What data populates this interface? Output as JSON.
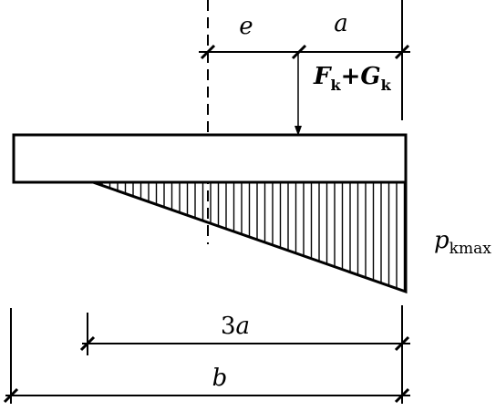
{
  "labels": {
    "e": "e",
    "a": "a",
    "load_F": "F",
    "load_F_sub": "k",
    "load_plus": "+",
    "load_G": "G",
    "load_G_sub": "k",
    "pressure_p": "p",
    "pressure_sub": "kmax",
    "dim_3a_coef": "3",
    "dim_3a_var": "a",
    "dim_b": "b"
  },
  "colors": {
    "stroke": "#000000",
    "background": "#ffffff"
  }
}
